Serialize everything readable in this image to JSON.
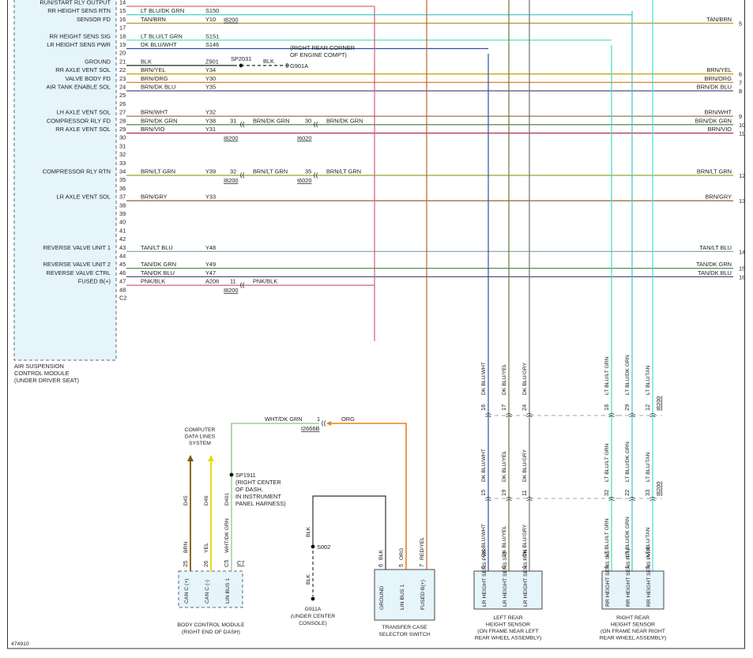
{
  "modules": {
    "ascm": {
      "title_lines": [
        "AIR SUSPENSION",
        "CONTROL MODULE",
        "(UNDER DRIVER SEAT)"
      ],
      "connector": "C2"
    },
    "bcm": {
      "title_lines": [
        "BODY CONTROL MODULE",
        "(RIGHT END OF DASH)"
      ],
      "pins": [
        {
          "name": "CAN C (+)",
          "pin": "25",
          "wire": "BRN",
          "circuit": "D45",
          "color": "#7a5a00"
        },
        {
          "name": "CAN C (-)",
          "pin": "26",
          "wire": "YEL",
          "circuit": "D46",
          "color": "#e8d900"
        },
        {
          "name": "LIN BUS 1",
          "pin": "C5",
          "wire": "WHT/DK GRN",
          "circuit": "D401",
          "color": "#8fbf8f"
        }
      ],
      "connector": "C7"
    },
    "tcss": {
      "title_lines": [
        "TRANSFER CASE",
        "SELECTOR SWITCH"
      ],
      "pins": [
        {
          "name": "GROUND",
          "pin": "6",
          "wire": "BLK"
        },
        {
          "name": "LIN BUS 1",
          "pin": "5",
          "wire": "ORG"
        },
        {
          "name": "FUSED B(+)",
          "pin": "7",
          "wire": "RED/YEL"
        }
      ]
    },
    "lr_sensor": {
      "title_lines": [
        "LEFT REAR",
        "HEIGHT SENSOR",
        "(ON FRAME NEAR LEFT",
        "REAR WHEEL ASSEMBLY)"
      ],
      "pins": [
        {
          "name": "LR HEIGHT SENS PWR",
          "pin": "5",
          "wire": "DK BLU/WHT",
          "mid_pin": "15",
          "top_pin": "16"
        },
        {
          "name": "LR HEIGHT SENS SIG",
          "pin": "6",
          "wire": "DK BLU/YEL",
          "mid_pin": "19",
          "top_pin": "17"
        },
        {
          "name": "LR HEIGHT SENS RTN",
          "pin": "1",
          "wire": "DK BLU/GRY",
          "mid_pin": "11",
          "top_pin": "24"
        }
      ]
    },
    "rr_sensor": {
      "title_lines": [
        "RIGHT REAR",
        "HEIGHT SENSOR",
        "(ON FRAME NEAR RIGHT",
        "REAR WHEEL ASSEMBLY)"
      ],
      "pins": [
        {
          "name": "RR HEIGHT SENS SIG",
          "pin": "6",
          "wire": "LT BLU/LT GRN",
          "mid_pin": "32",
          "top_pin": "18"
        },
        {
          "name": "RR HEIGHT SENS RTN",
          "pin": "1",
          "wire": "LT BLU/DK GRN",
          "mid_pin": "22",
          "top_pin": "29"
        },
        {
          "name": "RR HEIGHT SENS PWR",
          "pin": "5",
          "wire": "LT BLU/TAN",
          "mid_pin": "33",
          "top_pin": "12"
        }
      ],
      "conn_top": "I8200",
      "conn_mid": "I8200"
    }
  },
  "ascm_rows": [
    {
      "pin": "14",
      "label": "RUN/START RLY OUTPUT",
      "wire": "",
      "circuit": "",
      "color": "#d07070"
    },
    {
      "pin": "15",
      "label": "RR HEIGHT SENS RTN",
      "wire": "LT BLU/DK GRN",
      "circuit": "S150",
      "color": "#3cc9c0",
      "conn": "I8200"
    },
    {
      "pin": "16",
      "label": "SENSOR FD",
      "wire": "TAN/BRN",
      "circuit": "Y10",
      "color": "#b59a3a",
      "right_wire": "TAN/BRN",
      "ref": "5"
    },
    {
      "pin": "17",
      "label": "",
      "wire": "",
      "circuit": ""
    },
    {
      "pin": "18",
      "label": "RR HEIGHT SENS SIG",
      "wire": "LT BLU/LT GRN",
      "circuit": "S151",
      "color": "#3ee0c0"
    },
    {
      "pin": "19",
      "label": "LR HEIGHT SENS PWR",
      "wire": "DK BLU/WHT",
      "circuit": "S146",
      "color": "#3050a0"
    },
    {
      "pin": "20",
      "label": "",
      "wire": "",
      "circuit": ""
    },
    {
      "pin": "21",
      "label": "GROUND",
      "wire": "BLK",
      "circuit": "Z901",
      "color": "#222222"
    },
    {
      "pin": "22",
      "label": "RR AXLE VENT SOL",
      "wire": "BRN/YEL",
      "circuit": "Y34",
      "color": "#c9a100",
      "right_wire": "BRN/YEL",
      "ref": "6"
    },
    {
      "pin": "23",
      "label": "VALVE BODY FD",
      "wire": "BRN/ORG",
      "circuit": "Y30",
      "color": "#c8771a",
      "right_wire": "BRN/ORG",
      "ref": "7"
    },
    {
      "pin": "24",
      "label": "AIR TANK ENABLE SOL",
      "wire": "BRN/DK BLU",
      "circuit": "Y35",
      "color": "#5a4a80",
      "right_wire": "BRN/DK BLU",
      "ref": "8"
    },
    {
      "pin": "25",
      "label": "",
      "wire": "",
      "circuit": ""
    },
    {
      "pin": "26",
      "label": "",
      "wire": "",
      "circuit": ""
    },
    {
      "pin": "27",
      "label": "LH AXLE VENT SOL",
      "wire": "BRN/WHT",
      "circuit": "Y32",
      "color": "#9a7a4a",
      "right_wire": "BRN/WHT",
      "ref": "9"
    },
    {
      "pin": "28",
      "label": "COMPRESSOR RLY FD",
      "wire": "BRN/DK GRN",
      "circuit": "Y38",
      "color": "#3a7a3a",
      "right_wire": "BRN/DK GRN",
      "ref": "10",
      "mid1": "31",
      "mid_wire": "BRN/DK GRN",
      "mid2": "30",
      "mid_wire2": "BRN/DK GRN"
    },
    {
      "pin": "29",
      "label": "RR AXLE VENT SOL",
      "wire": "BRN/VIO",
      "circuit": "Y31",
      "color": "#b03050",
      "right_wire": "BRN/VIO",
      "ref": "11",
      "conn": "I8200",
      "conn2": "I6020"
    },
    {
      "pin": "30",
      "label": "",
      "wire": "",
      "circuit": ""
    },
    {
      "pin": "31",
      "label": "",
      "wire": "",
      "circuit": ""
    },
    {
      "pin": "32",
      "label": "",
      "wire": "",
      "circuit": ""
    },
    {
      "pin": "33",
      "label": "",
      "wire": "",
      "circuit": ""
    },
    {
      "pin": "34",
      "label": "COMPRESSOR RLY RTN",
      "wire": "BRN/LT GRN",
      "circuit": "Y39",
      "color": "#8aaa30",
      "right_wire": "BRN/LT GRN",
      "ref": "12",
      "mid1": "32",
      "mid_wire": "BRN/LT GRN",
      "mid2": "35",
      "mid_wire2": "BRN/LT GRN",
      "conn": "I8200",
      "conn2": "I6020"
    },
    {
      "pin": "35",
      "label": "",
      "wire": "",
      "circuit": ""
    },
    {
      "pin": "36",
      "label": "",
      "wire": "",
      "circuit": ""
    },
    {
      "pin": "37",
      "label": "LR AXLE VENT SOL",
      "wire": "BRN/GRY",
      "circuit": "Y33",
      "color": "#8a6a30",
      "right_wire": "BRN/GRY",
      "ref": "13"
    },
    {
      "pin": "38",
      "label": "",
      "wire": "",
      "circuit": ""
    },
    {
      "pin": "39",
      "label": "",
      "wire": "",
      "circuit": ""
    },
    {
      "pin": "40",
      "label": "",
      "wire": "",
      "circuit": ""
    },
    {
      "pin": "41",
      "label": "",
      "wire": "",
      "circuit": ""
    },
    {
      "pin": "42",
      "label": "",
      "wire": "",
      "circuit": ""
    },
    {
      "pin": "43",
      "label": "REVERSE VALVE UNIT 1",
      "wire": "TAN/LT BLU",
      "circuit": "Y48",
      "color": "#7aa0b0",
      "right_wire": "TAN/LT BLU",
      "ref": "14"
    },
    {
      "pin": "44",
      "label": "",
      "wire": "",
      "circuit": ""
    },
    {
      "pin": "45",
      "label": "REVERSE VALVE UNIT 2",
      "wire": "TAN/DK GRN",
      "circuit": "Y49",
      "color": "#4a7a4a",
      "right_wire": "TAN/DK GRN",
      "ref": "15"
    },
    {
      "pin": "46",
      "label": "REVERSE VALVE CTRL",
      "wire": "TAN/DK BLU",
      "circuit": "Y47",
      "color": "#4a5a80",
      "right_wire": "TAN/DK BLU",
      "ref": "16"
    },
    {
      "pin": "47",
      "label": "FUSED B(+)",
      "wire": "PNK/BLK",
      "circuit": "A206",
      "color": "#d0607a",
      "mid1": "11",
      "mid_wire": "PNK/BLK",
      "conn": "I8200"
    },
    {
      "pin": "48",
      "label": "",
      "wire": "",
      "circuit": ""
    }
  ],
  "ground_splice": {
    "splice": "SP2031",
    "wire": "BLK",
    "ground": "G901A",
    "note_lines": [
      "(RIGHT REAR CORNER",
      "OF ENGINE COMPT)"
    ]
  },
  "lin_bus": {
    "wire_left": "WHT/DK GRN",
    "pin": "1",
    "wire_right": "ORG",
    "conn": "I2666B",
    "splice": "SP1911",
    "splice_note": [
      "(RIGHT CENTER",
      "OF DASH,",
      "IN INSTRUMENT",
      "PANEL HARNESS)"
    ]
  },
  "cdl": {
    "lines": [
      "COMPUTER",
      "DATA LINES",
      "SYSTEM"
    ]
  },
  "tcss_ground": {
    "wire": "BLK",
    "splice": "S002",
    "ground": "G911A",
    "note_lines": [
      "(UNDER CENTER",
      "CONSOLE)"
    ]
  },
  "figure_id": "474910"
}
